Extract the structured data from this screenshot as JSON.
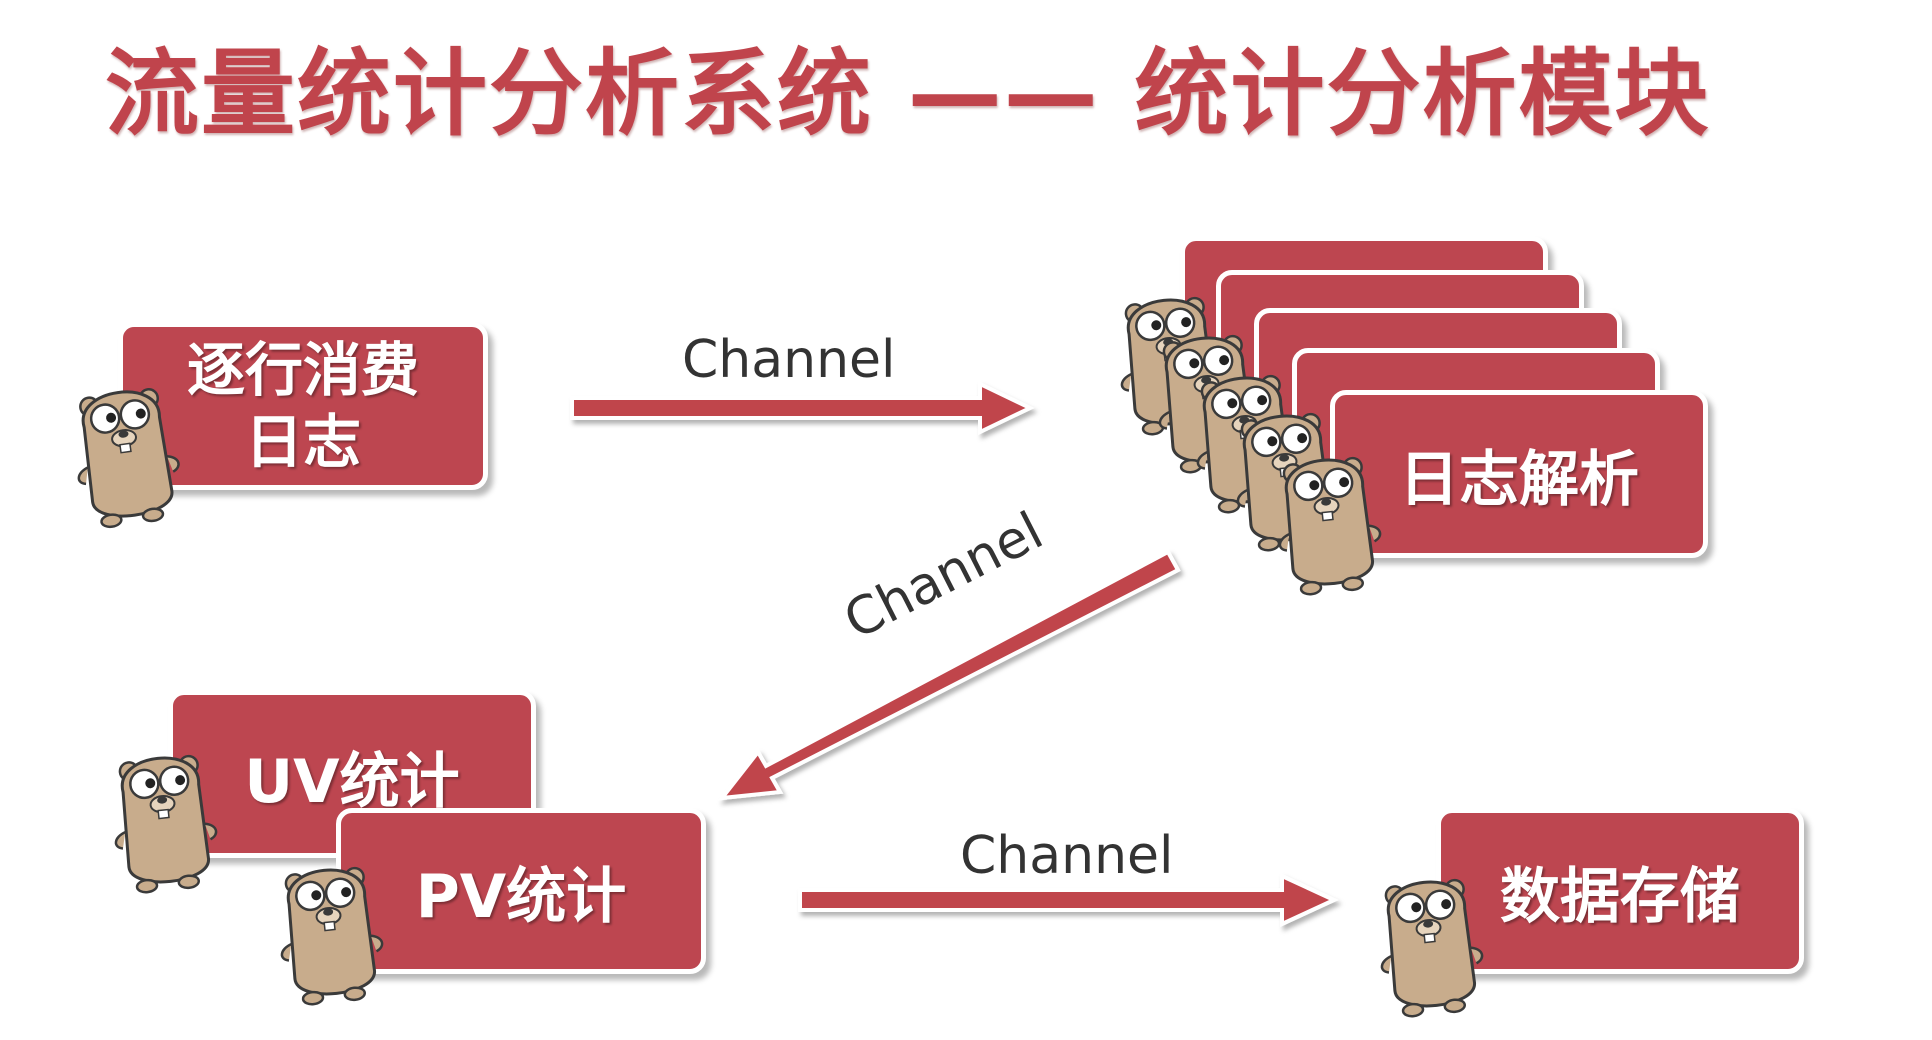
{
  "title": "流量统计分析系统 —— 统计分析模块",
  "colors": {
    "box": "#bd4650",
    "arrow": "#c0444c",
    "title": "#c0444c",
    "gopher": "#c8ac8c"
  },
  "nodes": {
    "consume_log": {
      "line1": "逐行消费",
      "line2": "日志"
    },
    "log_parse": {
      "label": "日志解析",
      "copies": 5
    },
    "uv_stat": {
      "label": "UV统计"
    },
    "pv_stat": {
      "label": "PV统计"
    },
    "storage": {
      "label": "数据存储"
    }
  },
  "edges": [
    {
      "from": "consume_log",
      "to": "log_parse",
      "label": "Channel"
    },
    {
      "from": "log_parse",
      "to": "uv_pv",
      "label": "Channel"
    },
    {
      "from": "pv_stat",
      "to": "storage",
      "label": "Channel"
    }
  ],
  "icons": {
    "mascot": "gopher-icon"
  }
}
